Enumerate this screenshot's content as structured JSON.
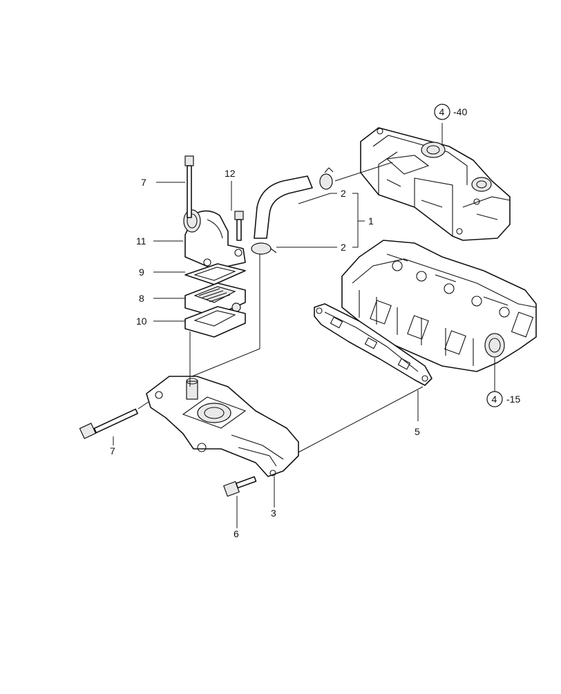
{
  "callouts": {
    "c1": "1",
    "c2a": "2",
    "c2b": "2",
    "c3": "3",
    "c5": "5",
    "c6": "6",
    "c7a": "7",
    "c7b": "7",
    "c8": "8",
    "c9": "9",
    "c10": "10",
    "c11": "11",
    "c12": "12"
  },
  "references": {
    "rocker_cover": {
      "circle": "4",
      "suffix": "-40"
    },
    "cylinder_head": {
      "circle": "4",
      "suffix": "-15"
    }
  }
}
